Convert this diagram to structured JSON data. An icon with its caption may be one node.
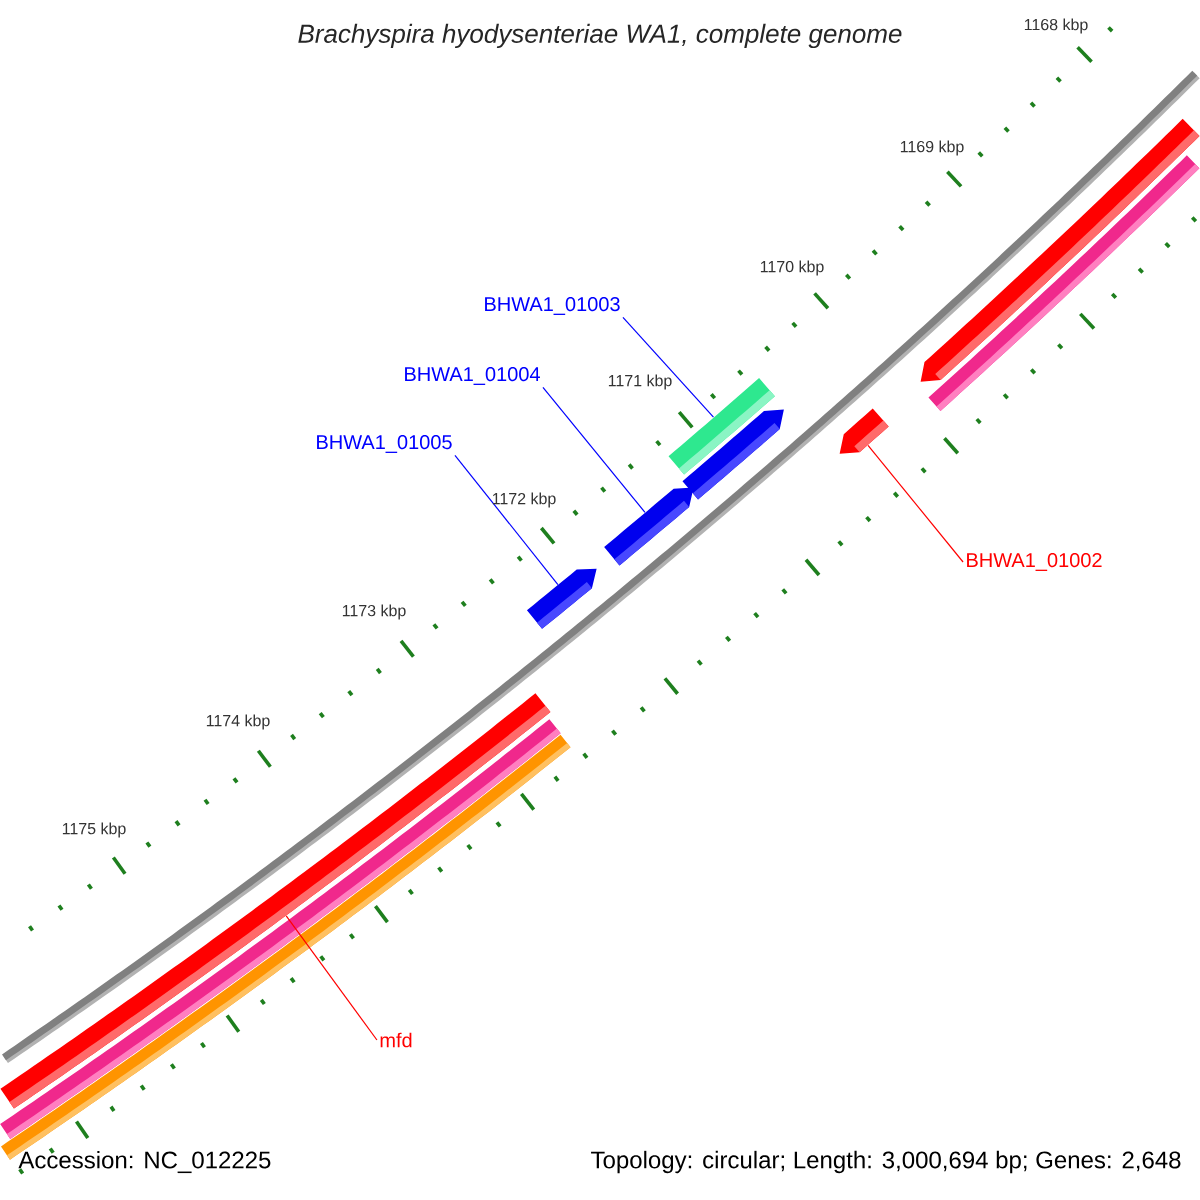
{
  "diagram": {
    "title": "Brachyspira hyodysenteriae WA1, complete genome",
    "nodes": [
      {
        "text": [
          "BHWA1_01003"
        ]
      },
      {
        "text": [
          "BHWA1_01004"
        ]
      },
      {
        "text": [
          "BHWA1_01005"
        ]
      },
      {
        "text": [
          "BHWA1_01002"
        ]
      },
      {
        "text": [
          "mfd"
        ]
      },
      {
        "text": [],
        "shape": "bar"
      },
      {
        "text": [],
        "shape": "arrow"
      },
      {
        "text": [],
        "shape": "arrow"
      },
      {
        "text": [],
        "shape": "arrow"
      },
      {
        "text": [],
        "shape": "bar"
      }
    ],
    "edges": [
      {
        "from": 0,
        "to": 5,
        "arrow": "none"
      },
      {
        "from": 1,
        "to": 6,
        "arrow": "none"
      },
      {
        "from": 2,
        "to": 7,
        "arrow": "none"
      },
      {
        "from": 3,
        "to": 8,
        "arrow": "none",
        "color": "#ff0000"
      },
      {
        "from": 4,
        "to": 9,
        "arrow": "none",
        "color": "#ff0000"
      }
    ],
    "labels": [
      "1168 kbp",
      "1169 kbp",
      "1170 kbp",
      "1171 kbp",
      "1172 kbp",
      "1173 kbp",
      "1174 kbp",
      "1175 kbp",
      "Accession: NC_012225",
      "Topology: circular; Length: 3,000,694 bp; Genes: 2,648"
    ]
  }
}
